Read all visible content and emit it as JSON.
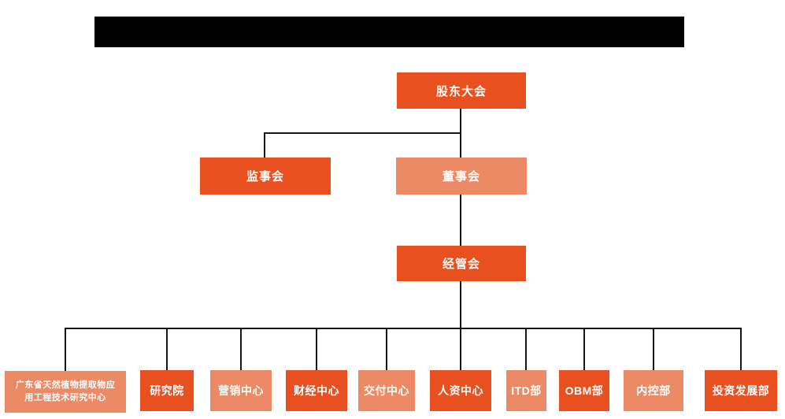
{
  "colors": {
    "primary_box": "#E8501F",
    "secondary_box": "#ED8A66",
    "connector_line": "#161616",
    "redaction_bar": "#000000",
    "box_text": "#FFFFFF",
    "background": "#FFFFFF"
  },
  "org_chart": {
    "type": "org-tree",
    "root": {
      "id": "shareholders-meeting",
      "label": "股东大会",
      "variant": "primary"
    },
    "level2": [
      {
        "id": "supervisory-board",
        "label": "监事会",
        "variant": "primary",
        "parent": "shareholders-meeting"
      },
      {
        "id": "board-of-directors",
        "label": "董事会",
        "variant": "secondary",
        "parent": "shareholders-meeting"
      }
    ],
    "level3": [
      {
        "id": "management-committee",
        "label": "经管会",
        "variant": "primary",
        "parent": "board-of-directors"
      }
    ],
    "departments": [
      {
        "id": "guangdong-natural-plant-extract-engineering-research-center",
        "label": "广东省天然植物提取物应用工程技术研究中心",
        "variant": "secondary",
        "parent": "management-committee"
      },
      {
        "id": "research-institute",
        "label": "研究院",
        "variant": "primary",
        "parent": "management-committee"
      },
      {
        "id": "marketing-center",
        "label": "营销中心",
        "variant": "secondary",
        "parent": "management-committee"
      },
      {
        "id": "finance-economics-center",
        "label": "财经中心",
        "variant": "primary",
        "parent": "management-committee"
      },
      {
        "id": "delivery-center",
        "label": "交付中心",
        "variant": "secondary",
        "parent": "management-committee"
      },
      {
        "id": "human-resources-center",
        "label": "人资中心",
        "variant": "primary",
        "parent": "management-committee"
      },
      {
        "id": "itd-department",
        "label": "ITD部",
        "variant": "secondary",
        "parent": "management-committee"
      },
      {
        "id": "obm-department",
        "label": "OBM部",
        "variant": "primary",
        "parent": "management-committee"
      },
      {
        "id": "internal-control-department",
        "label": "内控部",
        "variant": "secondary",
        "parent": "management-committee"
      },
      {
        "id": "investment-development-department",
        "label": "投资发展部",
        "variant": "primary",
        "parent": "management-committee"
      }
    ]
  }
}
